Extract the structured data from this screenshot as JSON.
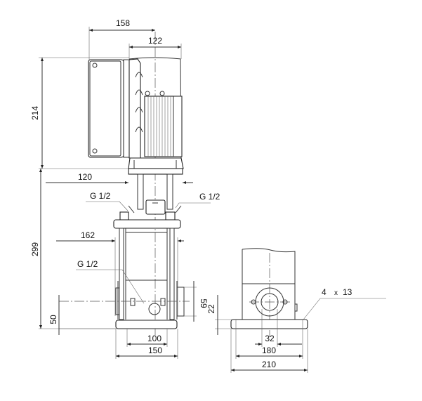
{
  "drawing": {
    "dimensions": {
      "control_box_offset": "158",
      "motor_width": "122",
      "motor_height": "214",
      "flange_width": "120",
      "plate_width": "162",
      "pump_height": "299",
      "port_height": "59",
      "inlet_height": "50",
      "base_inner": "100",
      "base_outer": "150",
      "side_height": "22",
      "port_dia": "32",
      "side_inner": "180",
      "side_outer": "210"
    },
    "threads": {
      "top_left": "G 1/2",
      "top_right": "G 1/2",
      "drain": "G 1/2"
    },
    "holes": {
      "count": "4",
      "times": "x",
      "diameter": "13"
    }
  }
}
